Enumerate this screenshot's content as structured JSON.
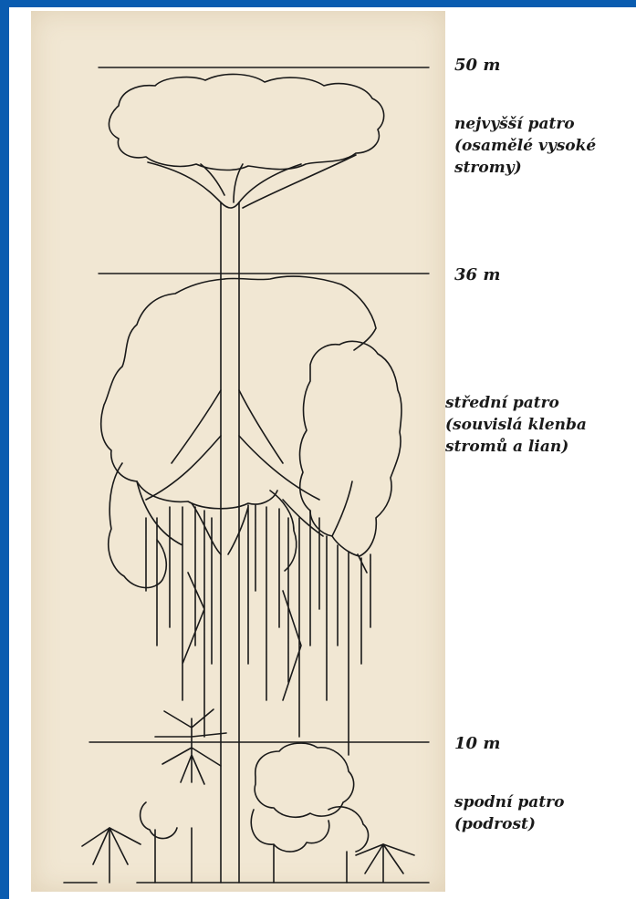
{
  "levels": [
    {
      "height": "50 m",
      "name": "nejvyšší patro",
      "desc1": "(osamělé vysoké",
      "desc2": "stromy)"
    },
    {
      "height": "36 m",
      "name": "střední patro",
      "desc1": "(souvislá klenba",
      "desc2": "stromů a lian)"
    },
    {
      "height": "10 m",
      "name": "spodní patro",
      "desc1": "(podrost)"
    }
  ],
  "colors": {
    "frame": "#0a5cb0",
    "paper": "#f1e7d3",
    "ink": "#1a1a1a"
  }
}
